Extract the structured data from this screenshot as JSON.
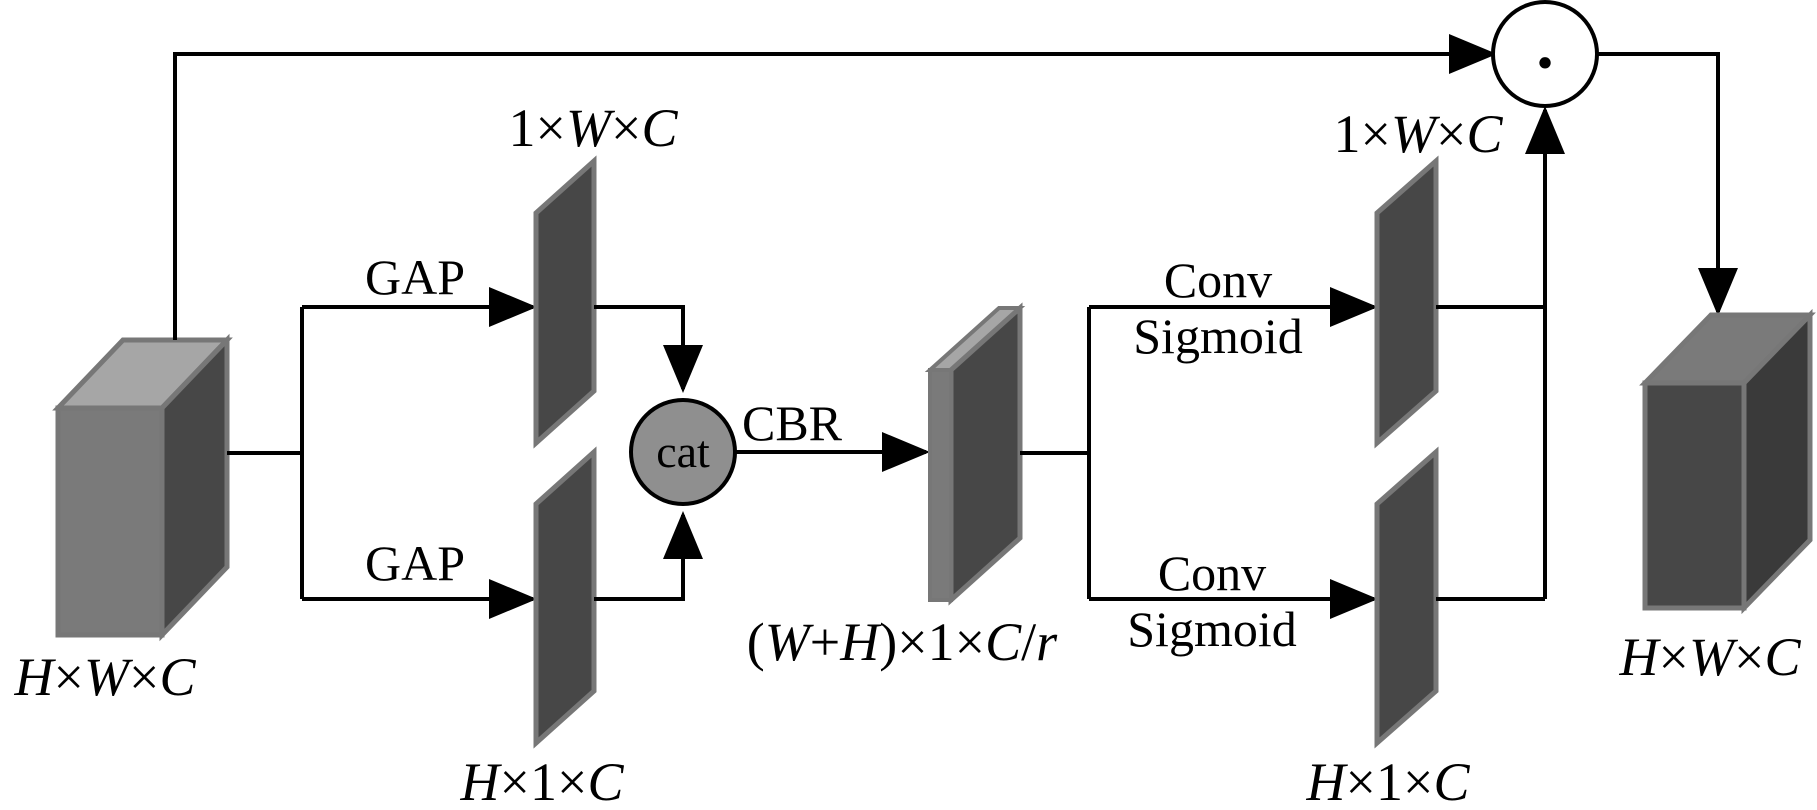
{
  "diagram": {
    "input_label": {
      "p1": "H",
      "p2": "×",
      "p3": "W",
      "p4": "×",
      "p5": "C"
    },
    "top_pool": {
      "op": "GAP",
      "shape": {
        "p1": "1×",
        "p2": "W",
        "p3": "×",
        "p4": "C"
      }
    },
    "bottom_pool": {
      "op": "GAP",
      "shape": {
        "p1": "H",
        "p2": "×1×",
        "p3": "C"
      }
    },
    "concat": {
      "label": "cat"
    },
    "cbr": {
      "op": "CBR",
      "shape": {
        "p1": "(",
        "p2": "W",
        "p3": "+",
        "p4": "H",
        "p5": ")×1×",
        "p6": "C",
        "p7": "/",
        "p8": "r"
      }
    },
    "top_branch": {
      "op1": "Conv",
      "op2": "Sigmoid",
      "shape": {
        "p1": "1×",
        "p2": "W",
        "p3": "×",
        "p4": "C"
      }
    },
    "bottom_branch": {
      "op1": "Conv",
      "op2": "Sigmoid",
      "shape": {
        "p1": "H",
        "p2": "×1×",
        "p3": "C"
      }
    },
    "multiply": {
      "symbol": "·"
    },
    "output_label": {
      "p1": "H",
      "p2": "×",
      "p3": "W",
      "p4": "×",
      "p5": "C"
    }
  }
}
